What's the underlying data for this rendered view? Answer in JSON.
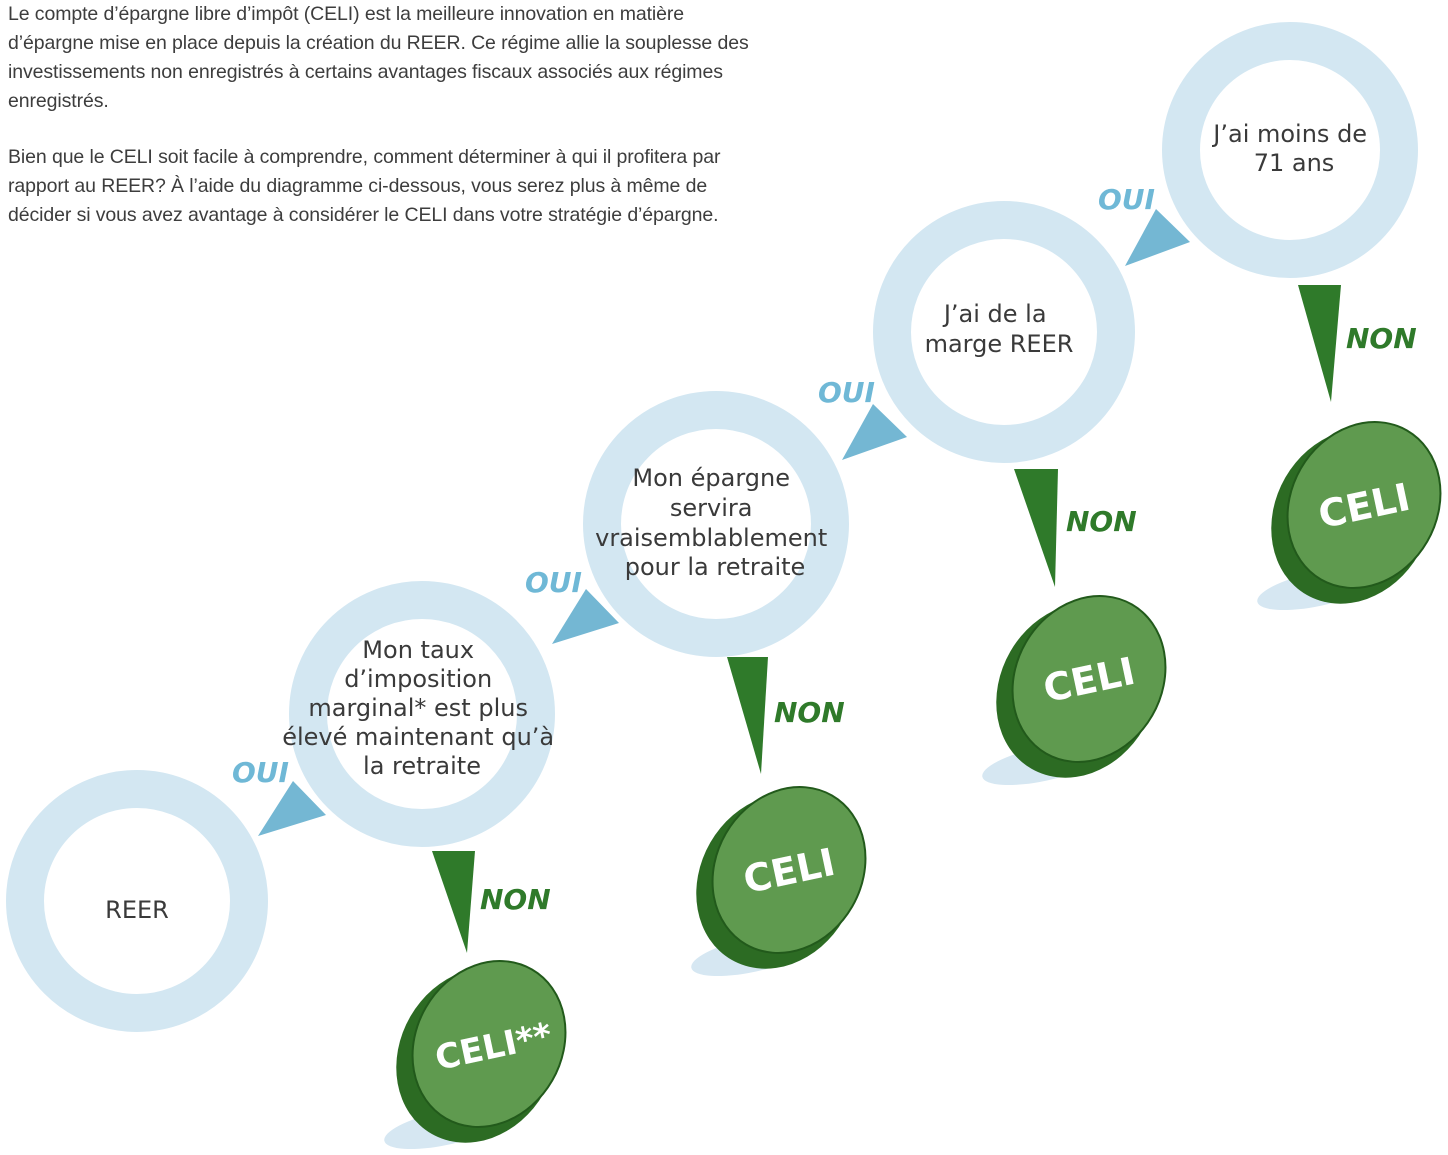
{
  "intro": {
    "paragraph1": "Le compte d’épargne libre d’impôt (CELI) est la meilleure innovation en matière d’épargne mise en place depuis la création du REER. Ce régime allie la souplesse des investissements non enregistrés à certains avantages fiscaux associés aux régimes enregistrés.",
    "paragraph2": "Bien que le CELI soit facile à comprendre, comment déterminer à qui il profitera par rapport au REER? À l’aide du diagramme ci-dessous, vous serez plus à même de décider si vous avez avantage à considérer le CELI dans votre stratégie d’épargne."
  },
  "flow": {
    "q1": [
      "J’ai moins de",
      "71 ans"
    ],
    "q2": [
      "J’ai de la",
      "marge REER"
    ],
    "q3": [
      "Mon épargne",
      "servira",
      "vraisemblablement",
      "pour la retraite"
    ],
    "q4": [
      "Mon taux",
      "d’imposition",
      "marginal* est plus",
      "élevé maintenant qu’à",
      "la retraite"
    ],
    "result_reer": "REER",
    "yes_label": "OUI",
    "no_label": "NON",
    "coin1": "CELI",
    "coin2": "CELI",
    "coin3": "CELI",
    "coin4": "CELI**"
  },
  "colors": {
    "ring": "#d3e7f2",
    "yes_arrow": "#74b7d3",
    "no_arrow": "#2f7a2a",
    "coin_face": "#5f9a4f",
    "coin_edge": "#2c6b23",
    "coin_shadow": "#d6e7f2"
  }
}
